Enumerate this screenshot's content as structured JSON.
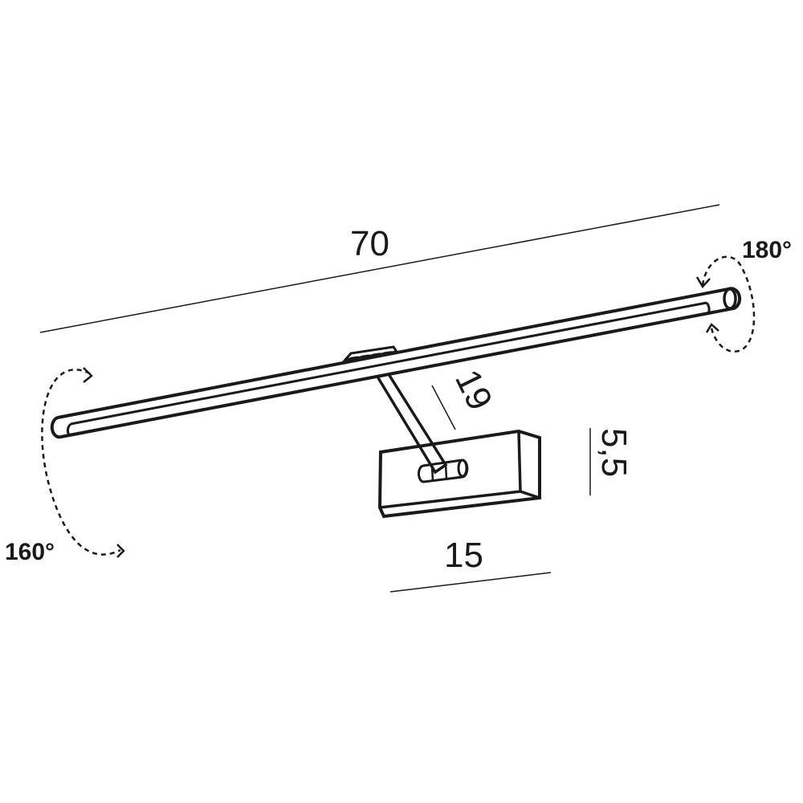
{
  "dimensions": {
    "length": "70",
    "arm": "19",
    "base_height": "5,5",
    "base_width": "15"
  },
  "rotations": {
    "left": "160°",
    "right": "180°"
  }
}
